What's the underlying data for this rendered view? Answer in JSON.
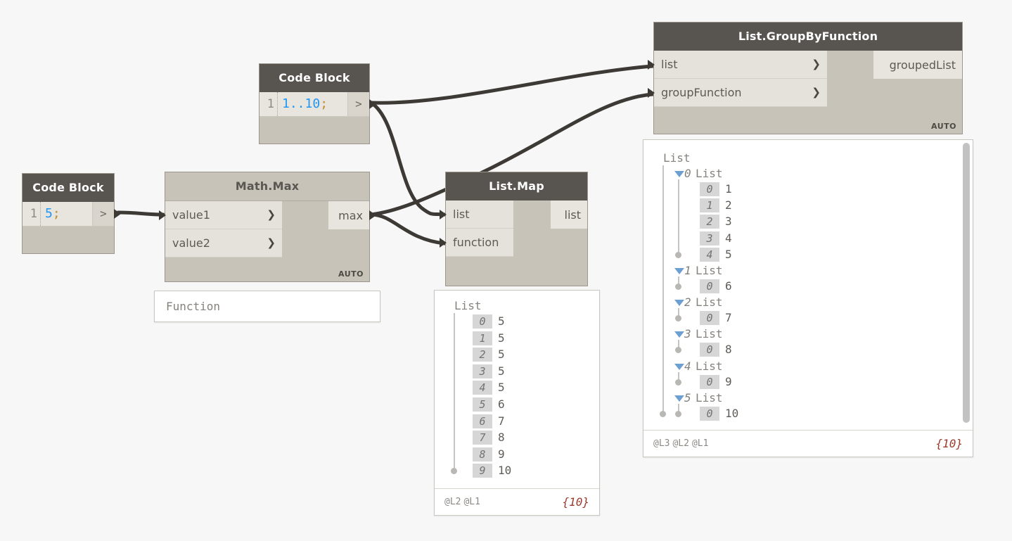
{
  "canvas": {
    "background": "#f7f7f7",
    "accent_blue": "#2196f3",
    "node_header_dark": "#58544f",
    "node_body": "#c8c3b8",
    "port_row": "#e5e2dc",
    "wire_color": "#3d3a36"
  },
  "nodes": {
    "code_block_value": {
      "title": "Code Block",
      "line_number": "1",
      "code_number": "5",
      "code_punct": ";",
      "out_glyph": ">"
    },
    "code_block_range": {
      "title": "Code Block",
      "line_number": "1",
      "code_number": "1..10",
      "code_punct": ";",
      "out_glyph": ">"
    },
    "math_max": {
      "title": "Math.Max",
      "inputs": [
        "value1",
        "value2"
      ],
      "outputs": [
        "max"
      ],
      "chevron": "❯",
      "auto": "AUTO",
      "preview_text": "Function"
    },
    "list_map": {
      "title": "List.Map",
      "inputs": [
        "list",
        "function"
      ],
      "outputs": [
        "list"
      ]
    },
    "list_group_by_function": {
      "title": "List.GroupByFunction",
      "inputs": [
        "list",
        "groupFunction"
      ],
      "outputs": [
        "groupedList"
      ],
      "chevron": "❯",
      "auto": "AUTO"
    }
  },
  "previews": {
    "list_map": {
      "root_label": "List",
      "levels": [
        "@L2",
        "@L1"
      ],
      "count": "{10}",
      "items": [
        {
          "index": "0",
          "value": "5"
        },
        {
          "index": "1",
          "value": "5"
        },
        {
          "index": "2",
          "value": "5"
        },
        {
          "index": "3",
          "value": "5"
        },
        {
          "index": "4",
          "value": "5"
        },
        {
          "index": "5",
          "value": "6"
        },
        {
          "index": "6",
          "value": "7"
        },
        {
          "index": "7",
          "value": "8"
        },
        {
          "index": "8",
          "value": "9"
        },
        {
          "index": "9",
          "value": "10"
        }
      ]
    },
    "group_by_function": {
      "root_label": "List",
      "levels": [
        "@L3",
        "@L2",
        "@L1"
      ],
      "count": "{10}",
      "groups": [
        {
          "index": "0",
          "label": "List",
          "items": [
            {
              "index": "0",
              "value": "1"
            },
            {
              "index": "1",
              "value": "2"
            },
            {
              "index": "2",
              "value": "3"
            },
            {
              "index": "3",
              "value": "4"
            },
            {
              "index": "4",
              "value": "5"
            }
          ]
        },
        {
          "index": "1",
          "label": "List",
          "items": [
            {
              "index": "0",
              "value": "6"
            }
          ]
        },
        {
          "index": "2",
          "label": "List",
          "items": [
            {
              "index": "0",
              "value": "7"
            }
          ]
        },
        {
          "index": "3",
          "label": "List",
          "items": [
            {
              "index": "0",
              "value": "8"
            }
          ]
        },
        {
          "index": "4",
          "label": "List",
          "items": [
            {
              "index": "0",
              "value": "9"
            }
          ]
        },
        {
          "index": "5",
          "label": "List",
          "items": [
            {
              "index": "0",
              "value": "10"
            }
          ]
        }
      ]
    }
  }
}
